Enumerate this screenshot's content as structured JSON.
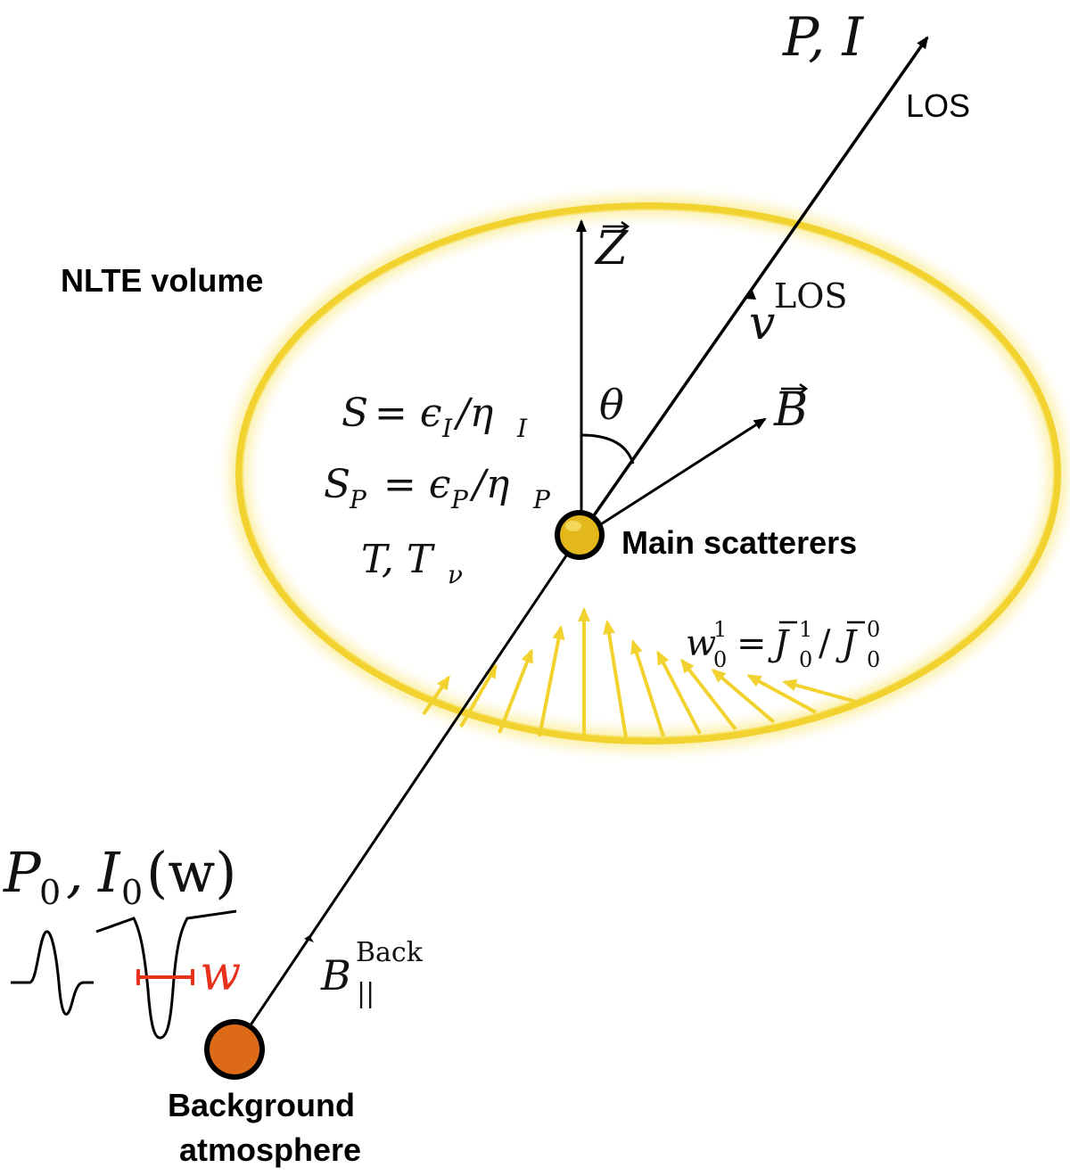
{
  "colors": {
    "ellipse": "#f2d22e",
    "ellipse_glow": "#fbeea0",
    "arrows_yellow": "#f2d22e",
    "main_scatterer": "#e3b81d",
    "background_atm": "#dc6a17",
    "width_marker": "#e8321e",
    "ink": "#000000"
  },
  "labels": {
    "top_stokes": "P, I",
    "los": "LOS",
    "z_axis": "Z",
    "v_los_base": "v",
    "v_los_sup": "LOS",
    "b_field": "B",
    "theta": "θ",
    "nlte_volume": "NLTE volume",
    "source_s_lhs": "S",
    "source_s_rhs": "= ϵ",
    "source_s_sub1": "I",
    "source_s_slash": "/η",
    "source_s_sub2": "I",
    "source_sp_lhs": "S",
    "source_sp_lhs_sub": "P",
    "source_sp_rhs": "= ϵ",
    "source_sp_sub1": "P",
    "source_sp_slash": "/η",
    "source_sp_sub2": "P",
    "temps": "T, T",
    "temps_sub": "ν",
    "main_scatterers": "Main scatterers",
    "anisotropy_w": "w",
    "anisotropy_w_sup": "1",
    "anisotropy_w_sub": "0",
    "anisotropy_eq": "=",
    "anisotropy_j1": "J",
    "anisotropy_j1_sup": "1",
    "anisotropy_j1_sub": "0",
    "anisotropy_slash": "/",
    "anisotropy_j0": "J",
    "anisotropy_j0_sup": "0",
    "anisotropy_j0_sub": "0",
    "incident_p0": "P",
    "incident_p0_sub": "0",
    "incident_comma": ",",
    "incident_i0": "I",
    "incident_i0_sub": "0",
    "incident_arg": "(w)",
    "width_label": "w",
    "b_back_base": "B",
    "b_back_sup": "Back",
    "b_back_sub": "||",
    "background_line1": "Background",
    "background_line2": "atmosphere"
  }
}
